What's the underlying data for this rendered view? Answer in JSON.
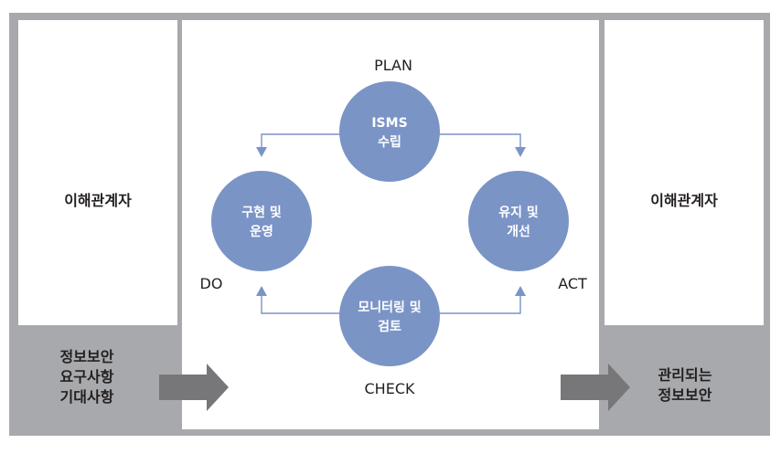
{
  "left_panel": {
    "title": "이해관계자",
    "input_lines": [
      "정보보안",
      "요구사항",
      "기대사항"
    ]
  },
  "right_panel": {
    "title": "이해관계자",
    "output_lines": [
      "관리되는",
      "정보보안"
    ]
  },
  "cycle": {
    "phase_labels": {
      "plan": "PLAN",
      "do": "DO",
      "check": "CHECK",
      "act": "ACT"
    },
    "nodes": {
      "plan": [
        "ISMS",
        "수립"
      ],
      "do": [
        "구현 및",
        "운영"
      ],
      "check": [
        "모니터링 및",
        "검토"
      ],
      "act": [
        "유지 및",
        "개선"
      ]
    }
  },
  "colors": {
    "frame": "#a7a9ac",
    "panel": "#ffffff",
    "node_fill": "#7b94c6",
    "connector": "#7b94c6",
    "arrow": "#77777a",
    "text": "#231f20"
  }
}
